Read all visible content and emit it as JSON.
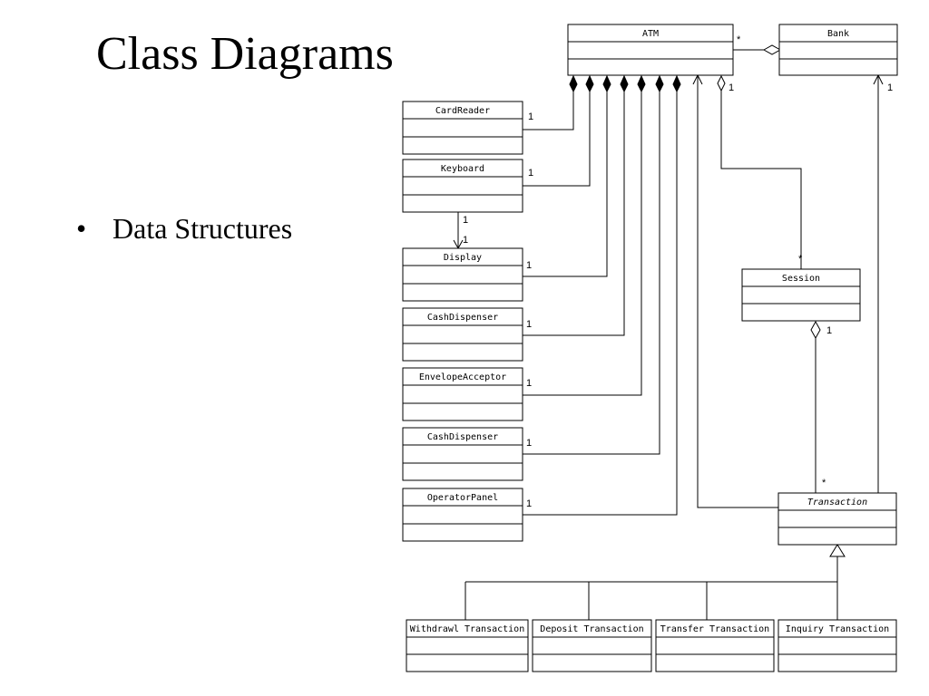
{
  "slide": {
    "title": "Class Diagrams",
    "bullets": [
      "Data Structures"
    ]
  },
  "diagram": {
    "classes": {
      "atm": {
        "name": "ATM",
        "italic": false
      },
      "bank": {
        "name": "Bank",
        "italic": false
      },
      "card_reader": {
        "name": "CardReader",
        "italic": false
      },
      "keyboard": {
        "name": "Keyboard",
        "italic": false
      },
      "display": {
        "name": "Display",
        "italic": false
      },
      "cash_dispenser_1": {
        "name": "CashDispenser",
        "italic": false
      },
      "envelope_acceptor": {
        "name": "EnvelopeAcceptor",
        "italic": false
      },
      "cash_dispenser_2": {
        "name": "CashDispenser",
        "italic": false
      },
      "operator_panel": {
        "name": "OperatorPanel",
        "italic": false
      },
      "session": {
        "name": "Session",
        "italic": false
      },
      "transaction": {
        "name": "Transaction",
        "italic": true
      },
      "withdrawl_transaction": {
        "name": "Withdrawl Transaction",
        "italic": false
      },
      "deposit_transaction": {
        "name": "Deposit Transaction",
        "italic": false
      },
      "transfer_transaction": {
        "name": "Transfer Transaction",
        "italic": false
      },
      "inquiry_transaction": {
        "name": "Inquiry Transaction",
        "italic": false
      }
    },
    "multiplicities": {
      "atm_bank_atm_end": "*",
      "atm_session_atm_end": "1",
      "bank_transaction_bank_end": "1",
      "card_reader_end": "1",
      "keyboard_end": "1",
      "keyboard_display_keyboard_end": "1",
      "keyboard_display_display_end": "1",
      "display_end": "1",
      "cash_dispenser_1_end": "1",
      "envelope_acceptor_end": "1",
      "cash_dispenser_2_end": "1",
      "operator_panel_end": "1",
      "session_atm_end": "*",
      "session_transaction_session_end": "1",
      "transaction_session_end": "*"
    }
  }
}
